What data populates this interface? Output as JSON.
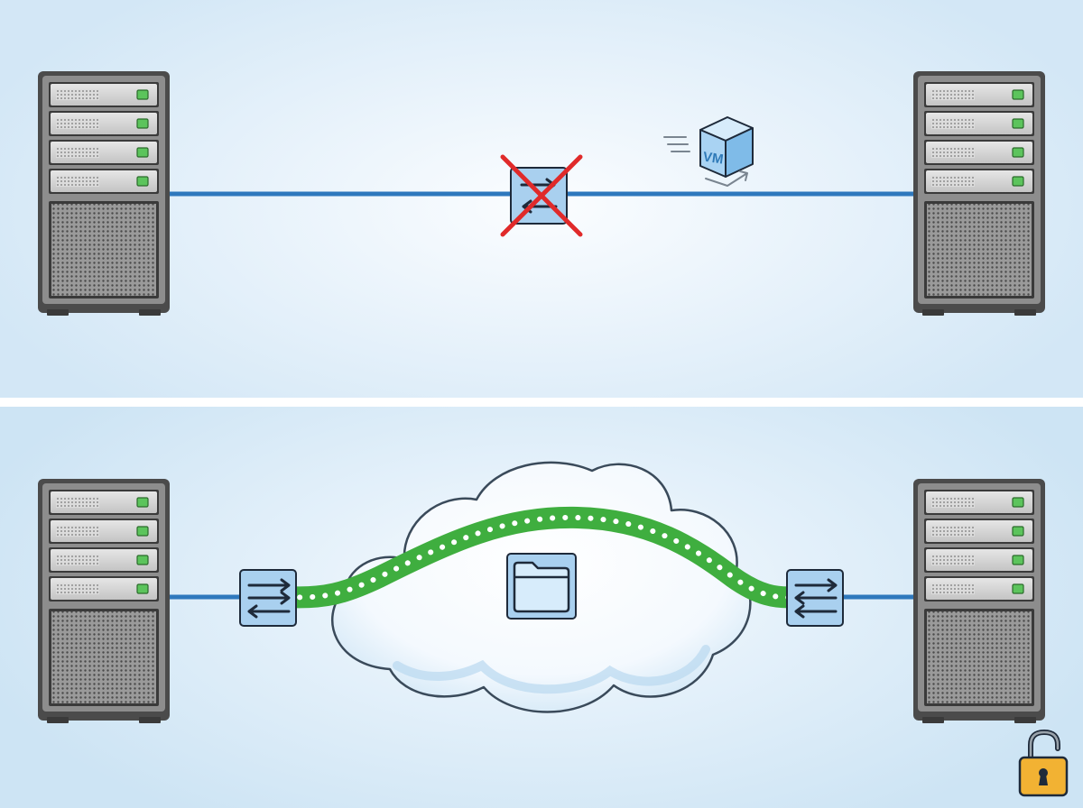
{
  "scenarios": [
    {
      "id": "direct-link-failure",
      "link_status": "broken",
      "vm_badge": {
        "label": "VM"
      }
    },
    {
      "id": "cloud-tunnel",
      "tunnel_color": "#3fae3f",
      "lock_state": "unlocked"
    }
  ],
  "colors": {
    "link": "#2e78bd",
    "failure_mark": "#e02a2a",
    "tunnel": "#3fae3f",
    "server_led": "#5cc45c",
    "lock": "#f2b233"
  },
  "icons": [
    "server-rack-icon",
    "network-switch-icon",
    "virtual-machine-icon",
    "cloud-icon",
    "folder-icon",
    "unlocked-padlock-icon"
  ]
}
